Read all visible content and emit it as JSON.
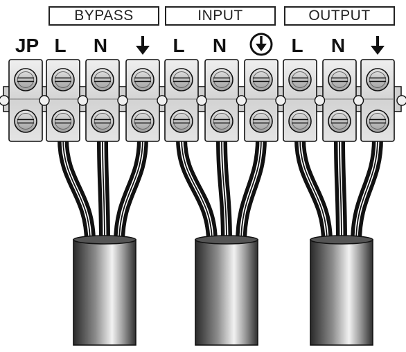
{
  "groups": [
    {
      "key": "bypass",
      "label": "BYPASS"
    },
    {
      "key": "input",
      "label": "INPUT"
    },
    {
      "key": "output",
      "label": "OUTPUT"
    }
  ],
  "terminals": [
    {
      "label": "JP",
      "symbol": "text"
    },
    {
      "label": "L",
      "symbol": "text"
    },
    {
      "label": "N",
      "symbol": "text"
    },
    {
      "label": "",
      "symbol": "ground-arrow-icon"
    },
    {
      "label": "L",
      "symbol": "text"
    },
    {
      "label": "N",
      "symbol": "text"
    },
    {
      "label": "",
      "symbol": "protective-earth-icon"
    },
    {
      "label": "L",
      "symbol": "text"
    },
    {
      "label": "N",
      "symbol": "text"
    },
    {
      "label": "",
      "symbol": "ground-arrow-icon"
    }
  ],
  "colors": {
    "line": "#111111",
    "terminal_block": "#d9d9d9",
    "screw": "#b8b8b8",
    "cable_dark": "#3a3a3a",
    "cable_light": "#e8e8e8"
  }
}
